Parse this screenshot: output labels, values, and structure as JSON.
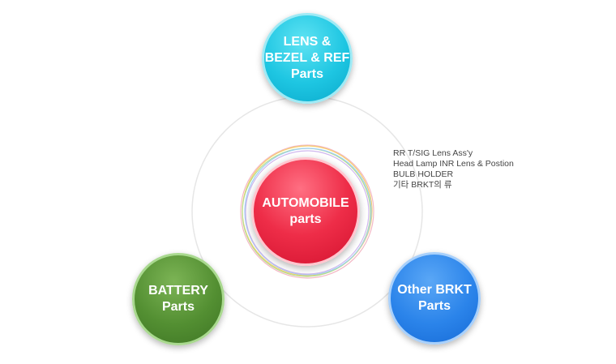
{
  "center": {
    "line1": "AUTOMOBILE",
    "line2": "parts",
    "color": "#e8203c"
  },
  "nodes": {
    "lens": {
      "line1": "LENS &",
      "line2": "BEZEL & REF",
      "line3": "Parts",
      "color": "#19c2e0"
    },
    "battery": {
      "line1": "BATTERY",
      "line2": "Parts",
      "color": "#4f8a30"
    },
    "other": {
      "line1": "Other BRKT",
      "line2": "Parts",
      "color": "#2a7fe8"
    }
  },
  "lens_items": [
    "RR T/SIG Lens Ass'y",
    "Head Lamp INR Lens & Postion",
    "BULB HOLDER",
    "기타 BRKT의 류"
  ]
}
